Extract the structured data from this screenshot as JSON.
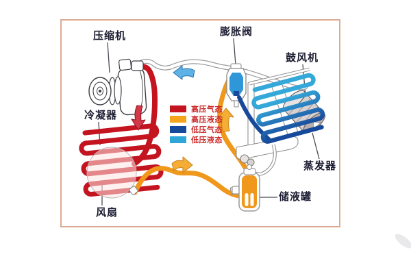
{
  "labels": {
    "compressor": "压缩机",
    "expansion_valve": "膨胀阀",
    "blower": "鼓风机",
    "condenser": "冷凝器",
    "evaporator": "蒸发器",
    "receiver": "储液罐",
    "fan": "风扇"
  },
  "legend": {
    "items": [
      {
        "label": "高压气态",
        "color": "#c41420"
      },
      {
        "label": "高压液态",
        "color": "#f5a51d"
      },
      {
        "label": "低压气态",
        "color": "#14499b"
      },
      {
        "label": "低压液态",
        "color": "#30a6d8"
      }
    ]
  },
  "icons": [
    {
      "name": "flow-down-arrow",
      "color": "#d23848"
    },
    {
      "name": "flow-left-arrow",
      "color": "#5eb3e6"
    },
    {
      "name": "flow-right-arrow",
      "color": "#f6ad35"
    },
    {
      "name": "flow-up-arrow",
      "color": "#f6ad35"
    }
  ],
  "colors": {
    "panel_border": "#dcab92",
    "label_text": "#1d1d33",
    "legend_text": "#cc2b2b",
    "pipe_red": "#c41420",
    "pipe_orange": "#f0981c",
    "pipe_blue_dark": "#17499b",
    "pipe_blue_light": "#35a8da"
  }
}
